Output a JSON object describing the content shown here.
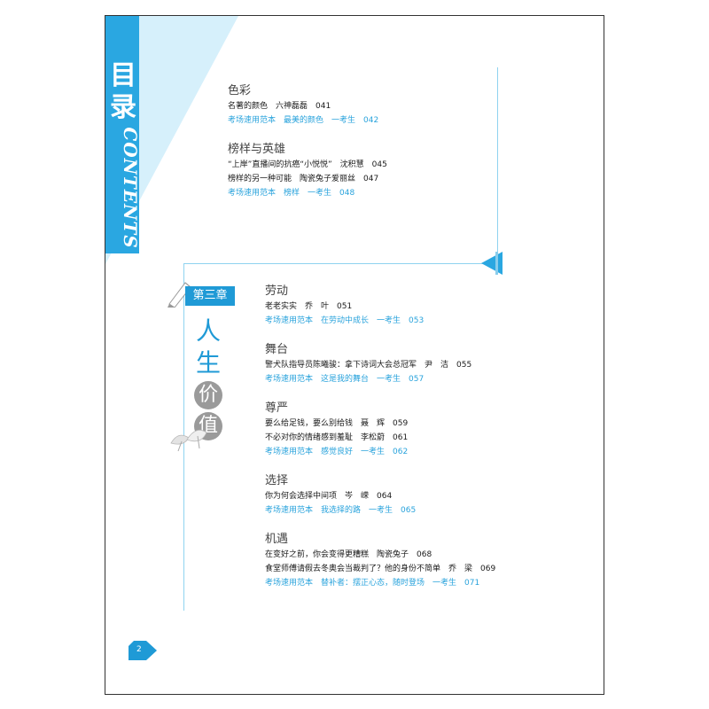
{
  "header": {
    "title_cn_1": "目",
    "title_cn_2": "录",
    "title_en": "CONTENTS"
  },
  "upper_sections": [
    {
      "title": "色彩",
      "entries": [
        "名著的颜色　六神磊磊　041"
      ],
      "model": "考场速用范本　最美的颜色　一考生　042"
    },
    {
      "title": "榜样与英雄",
      "entries": [
        "“上岸”直播间的抗癌“小悦悦”　沈积慧　045",
        "榜样的另一种可能　陶瓷兔子爱丽丝　047"
      ],
      "model": "考场速用范本　榜样　一考生　048"
    }
  ],
  "chapter": {
    "badge": "第三章",
    "vertical_title": [
      "人",
      "生",
      "价",
      "值"
    ]
  },
  "lower_sections": [
    {
      "title": "劳动",
      "entries": [
        "老老实实　乔　叶　051"
      ],
      "model": "考场速用范本　在劳动中成长　一考生　053"
    },
    {
      "title": "舞台",
      "entries": [
        "警犬队指导员陈曦骏：拿下诗词大会总冠军　尹　洁　055"
      ],
      "model": "考场速用范本　这是我的舞台　一考生　057"
    },
    {
      "title": "尊严",
      "entries": [
        "要么给足钱，要么别给钱　聂　辉　059",
        "不必对你的情绪感到羞耻　李松蔚　061"
      ],
      "model": "考场速用范本　感觉良好　一考生　062"
    },
    {
      "title": "选择",
      "entries": [
        "你为何会选择中间项　岑　嵘　064"
      ],
      "model": "考场速用范本　我选择的路　一考生　065"
    },
    {
      "title": "机遇",
      "entries": [
        "在变好之前，你会变得更糟糕　陶瓷兔子　068",
        "食堂师傅请假去冬奥会当裁判了？他的身份不简单　乔　梁　069"
      ],
      "model": "考场速用范本　替补者：摆正心态，随时登场　一考生　071"
    }
  ],
  "footer": {
    "page_number": "2"
  },
  "colors": {
    "accent": "#1f9ad6",
    "light": "#d6f0fb",
    "model_text": "#29a3dc"
  }
}
